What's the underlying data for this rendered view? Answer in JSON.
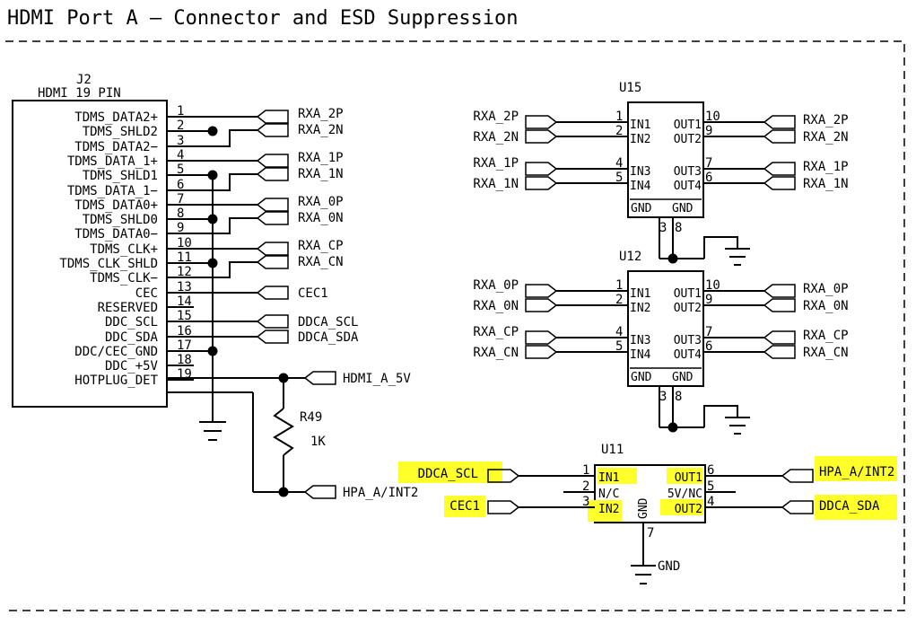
{
  "title": "HDMI Port A — Connector and ESD Suppression",
  "j2": {
    "refdes": "J2",
    "part": "HDMI_19_PIN",
    "pins": [
      {
        "num": "1",
        "name": "TDMS_DATA2+",
        "net": "RXA_2P"
      },
      {
        "num": "2",
        "name": "TDMS_SHLD2",
        "net": ""
      },
      {
        "num": "3",
        "name": "TDMS_DATA2−",
        "net": "RXA_2N"
      },
      {
        "num": "4",
        "name": "TDMS_DATA_1+",
        "net": "RXA_1P"
      },
      {
        "num": "5",
        "name": "TDMS_SHLD1",
        "net": ""
      },
      {
        "num": "6",
        "name": "TDMS_DATA_1−",
        "net": "RXA_1N"
      },
      {
        "num": "7",
        "name": "TDMS_DATA0+",
        "net": "RXA_0P"
      },
      {
        "num": "8",
        "name": "TDMS_SHLD0",
        "net": ""
      },
      {
        "num": "9",
        "name": "TDMS_DATA0−",
        "net": "RXA_0N"
      },
      {
        "num": "10",
        "name": "TDMS_CLK+",
        "net": "RXA_CP"
      },
      {
        "num": "11",
        "name": "TDMS_CLK_SHLD",
        "net": ""
      },
      {
        "num": "12",
        "name": "TDMS_CLK−",
        "net": "RXA_CN"
      },
      {
        "num": "13",
        "name": "CEC",
        "net": "CEC1"
      },
      {
        "num": "14",
        "name": "RESERVED",
        "net": ""
      },
      {
        "num": "15",
        "name": "DDC_SCL",
        "net": "DDCA_SCL"
      },
      {
        "num": "16",
        "name": "DDC_SDA",
        "net": "DDCA_SDA"
      },
      {
        "num": "17",
        "name": "DDC/CEC_GND",
        "net": ""
      },
      {
        "num": "18",
        "name": "DDC_+5V",
        "net": "HDMI_A_5V"
      },
      {
        "num": "19",
        "name": "HOTPLUG_DET",
        "net": "HPA_A/INT2"
      }
    ]
  },
  "r49": {
    "refdes": "R49",
    "value": "1K"
  },
  "u15": {
    "refdes": "U15",
    "in_nets": [
      "RXA_2P",
      "RXA_2N",
      "RXA_1P",
      "RXA_1N"
    ],
    "out_nets": [
      "RXA_2P",
      "RXA_2N",
      "RXA_1P",
      "RXA_1N"
    ],
    "in_pins": [
      "1",
      "2",
      "4",
      "5"
    ],
    "out_pins": [
      "10",
      "9",
      "7",
      "6"
    ],
    "in_labels": [
      "IN1",
      "IN2",
      "IN3",
      "IN4"
    ],
    "out_labels": [
      "OUT1",
      "OUT2",
      "OUT3",
      "OUT4"
    ],
    "gnd_labels": [
      "GND",
      "GND"
    ],
    "gnd_pins": [
      "3",
      "8"
    ]
  },
  "u12": {
    "refdes": "U12",
    "in_nets": [
      "RXA_0P",
      "RXA_0N",
      "RXA_CP",
      "RXA_CN"
    ],
    "out_nets": [
      "RXA_0P",
      "RXA_0N",
      "RXA_CP",
      "RXA_CN"
    ],
    "in_pins": [
      "1",
      "2",
      "4",
      "5"
    ],
    "out_pins": [
      "10",
      "9",
      "7",
      "6"
    ],
    "in_labels": [
      "IN1",
      "IN2",
      "IN3",
      "IN4"
    ],
    "out_labels": [
      "OUT1",
      "OUT2",
      "OUT3",
      "OUT4"
    ],
    "gnd_labels": [
      "GND",
      "GND"
    ],
    "gnd_pins": [
      "3",
      "8"
    ]
  },
  "u11": {
    "refdes": "U11",
    "in_nets": [
      "DDCA_SCL",
      "CEC1"
    ],
    "out_nets": [
      "HPA_A/INT2",
      "DDCA_SDA"
    ],
    "pins": {
      "in1": "1",
      "nc": "2",
      "in2": "3",
      "out2": "4",
      "v5": "5",
      "out1": "6",
      "gnd": "7"
    },
    "labels": {
      "in1": "IN1",
      "nc": "N/C",
      "in2": "IN2",
      "out1": "OUT1",
      "v5": "5V/NC",
      "out2": "OUT2",
      "gnd": "GND"
    },
    "gnd_net": "GND"
  },
  "highlight_color": "#ffff2a"
}
